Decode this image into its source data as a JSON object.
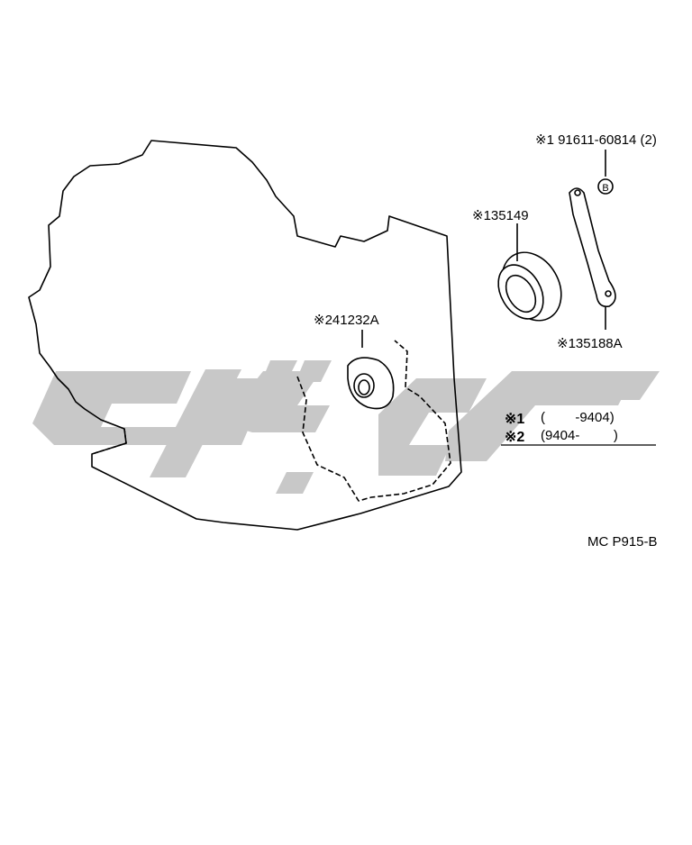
{
  "parts": {
    "bolt": {
      "label": "※1 91611-60814 (2)",
      "marker": "B"
    },
    "oil_seal": {
      "label": "※135149"
    },
    "mount_bushing": {
      "label": "※241232A"
    },
    "bracket": {
      "label": "※135188A"
    }
  },
  "legend": {
    "row1": {
      "mark": "※1",
      "range": "(        -9404)"
    },
    "row2": {
      "mark": "※2",
      "range": "(9404-         )"
    }
  },
  "footer": {
    "code": "MC P915-B"
  },
  "watermark": {
    "color": "#c8c8c8"
  }
}
